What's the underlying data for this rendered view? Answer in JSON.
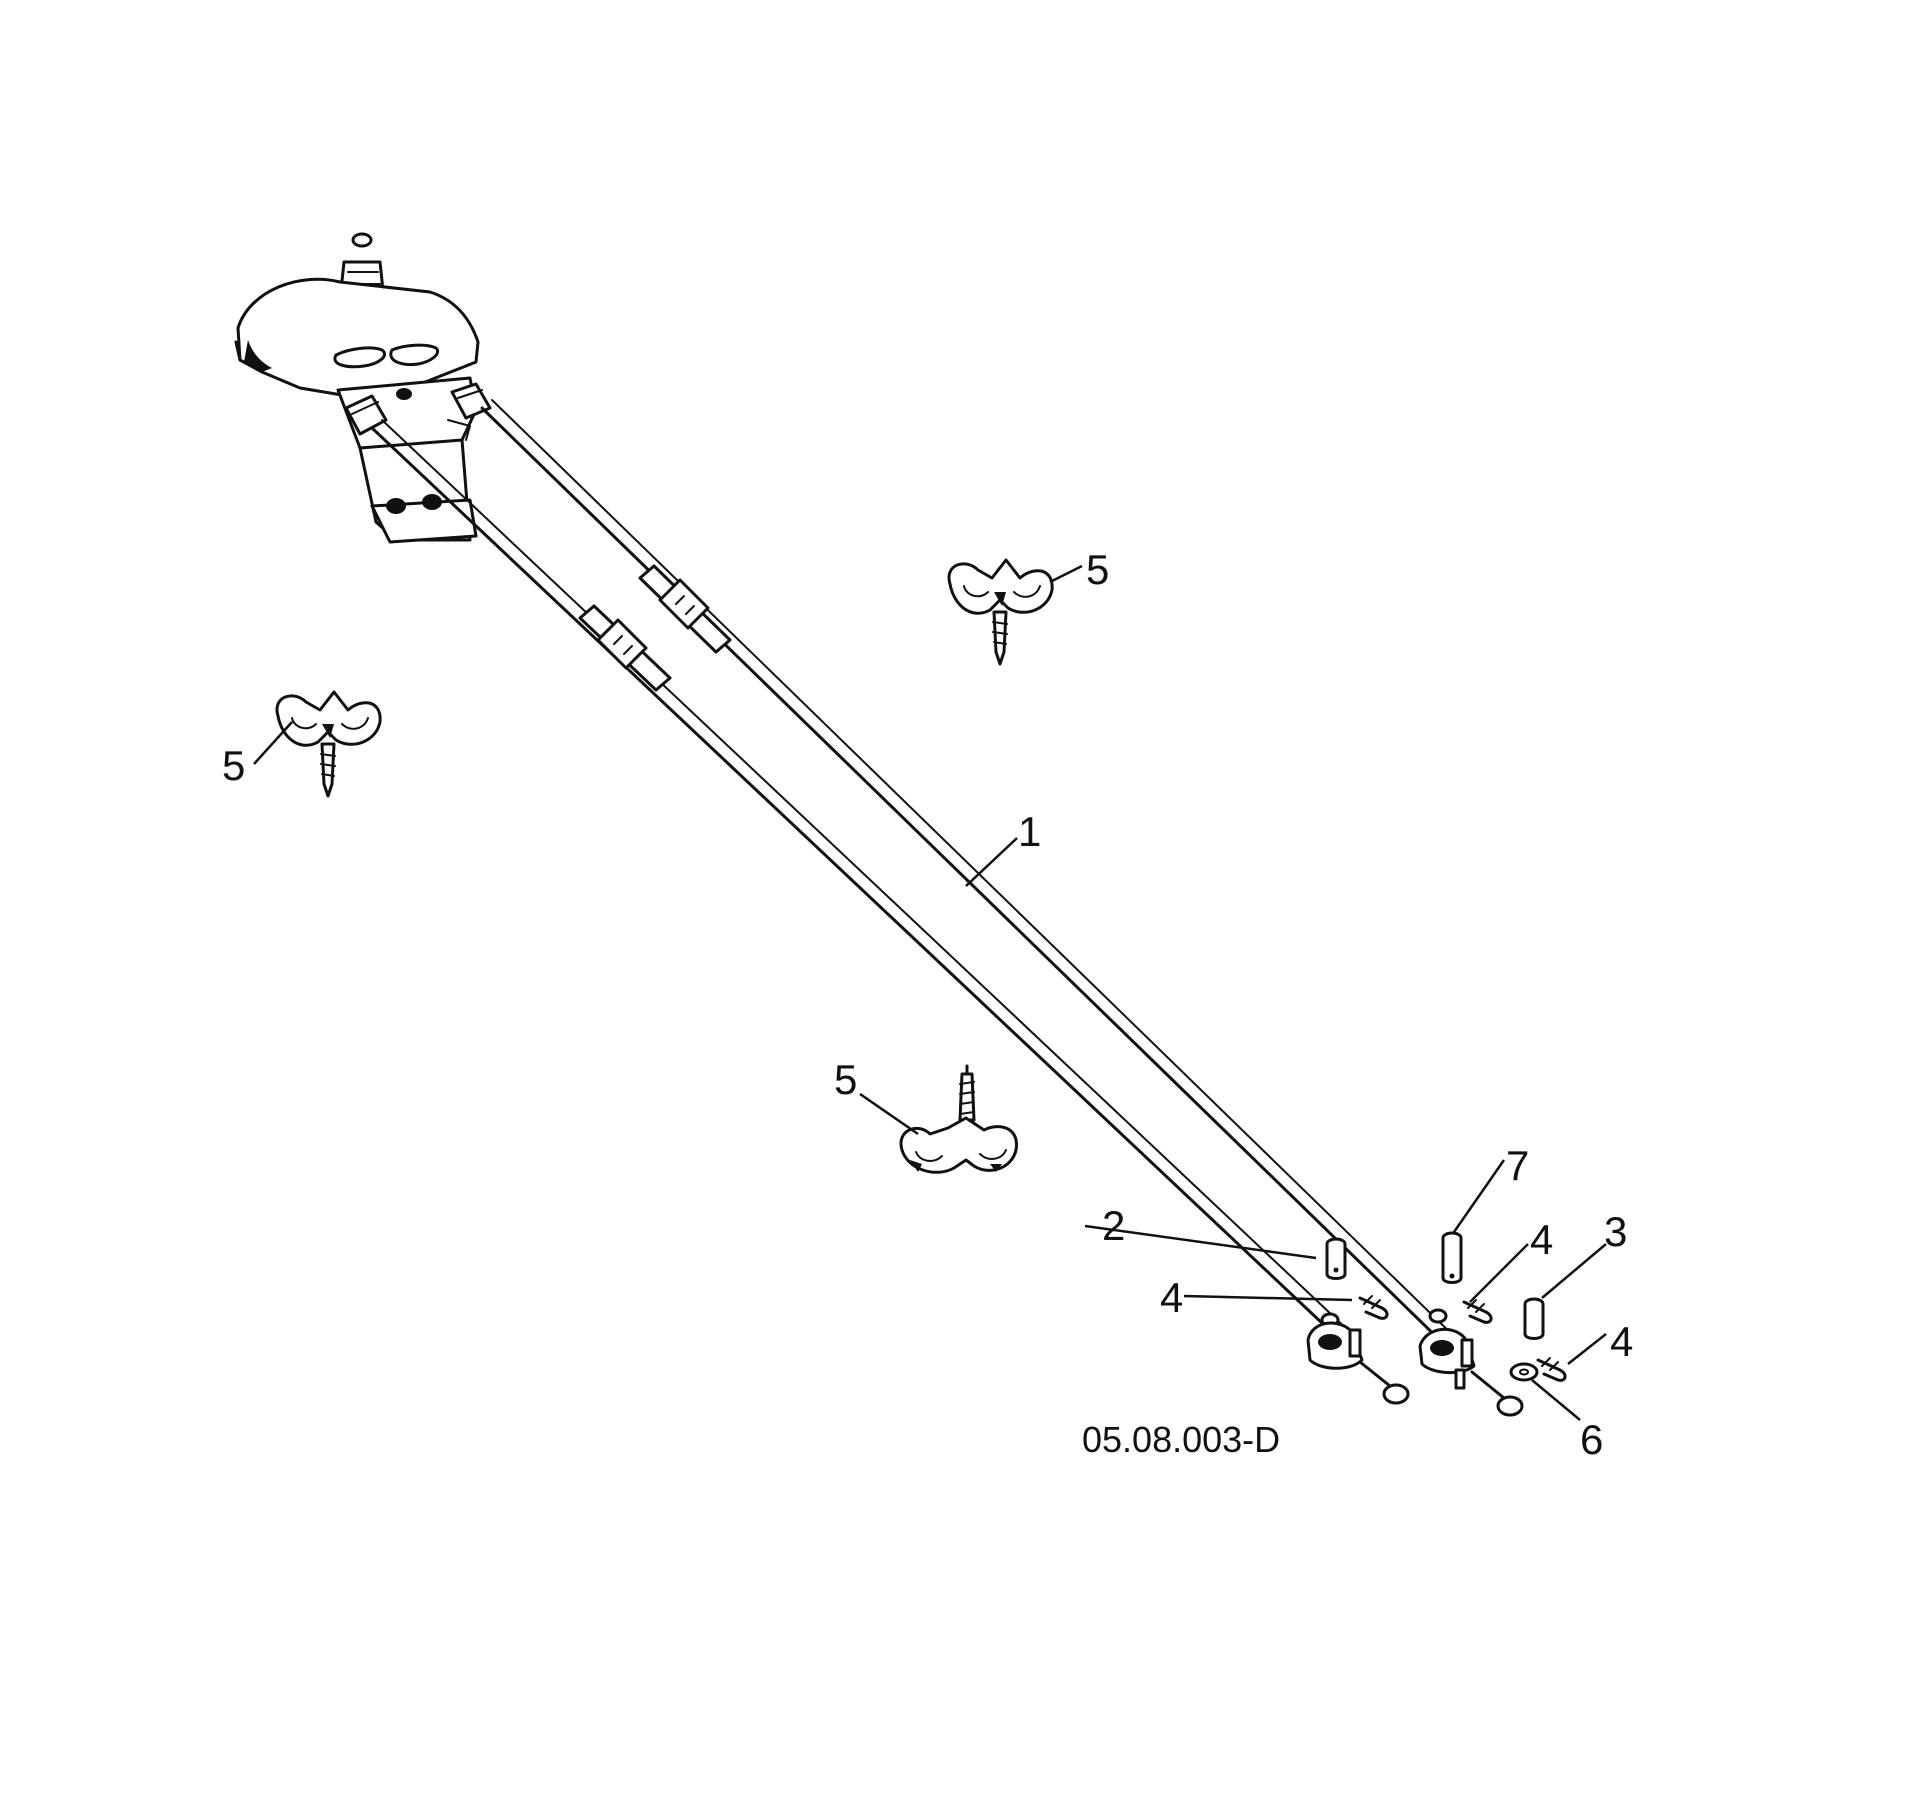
{
  "callouts": {
    "cable": "1",
    "clevis_pin_2": "2",
    "clevis_pin_3": "3",
    "hairpin_a": "4",
    "hairpin_b": "4",
    "hairpin_c": "4",
    "clip_right_upper": "5",
    "clip_left": "5",
    "clip_center": "5",
    "washer": "6",
    "clevis_pin_7": "7"
  },
  "drawing_code": "05.08.003-D",
  "colors": {
    "ink": "#111111",
    "background": "#ffffff"
  }
}
